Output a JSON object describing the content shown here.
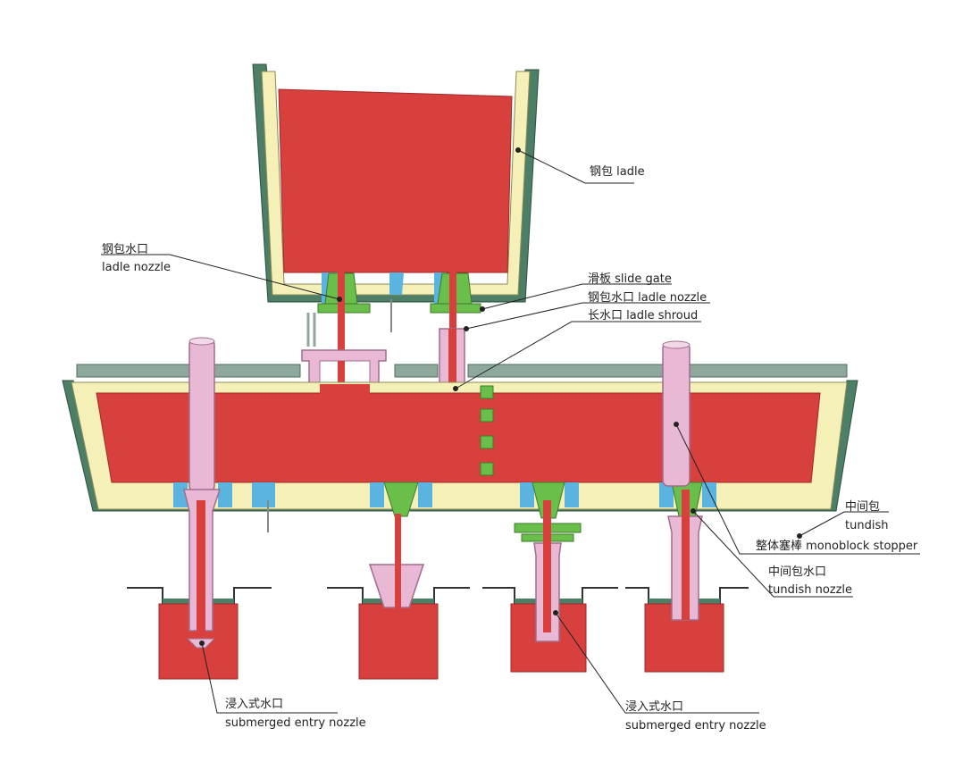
{
  "labels": {
    "ladle": "钢包 ladle",
    "ladle_nozzle_left_cn": "钢包水口",
    "ladle_nozzle_left_en": "ladle nozzle",
    "slide_gate": "滑板 slide gate",
    "ladle_nozzle_right": "钢包水口 ladle nozzle",
    "ladle_shroud": "长水口 ladle shroud",
    "tundish_cn": "中间包",
    "tundish_en": "tundish",
    "monoblock_stopper": "整体塞棒 monoblock stopper",
    "tundish_nozzle_cn": "中间包水口",
    "tundish_nozzle_en": "tundish nozzle",
    "sen_left_cn": "浸入式水口",
    "sen_left_en": "submerged entry nozzle",
    "sen_right_cn": "浸入式水口",
    "sen_right_en": "submerged entry nozzle"
  },
  "colors": {
    "steel": "#d8403d",
    "refractory": "#f4f0b8",
    "shell": "#4d7f67",
    "cover": "#8fa89c",
    "nozzle": "#e8b8d4",
    "nozzle_outline": "#a06e8c",
    "ceramic_green": "#6abf4b",
    "ceramic_blue": "#5bb3e0",
    "leader": "#222222"
  }
}
